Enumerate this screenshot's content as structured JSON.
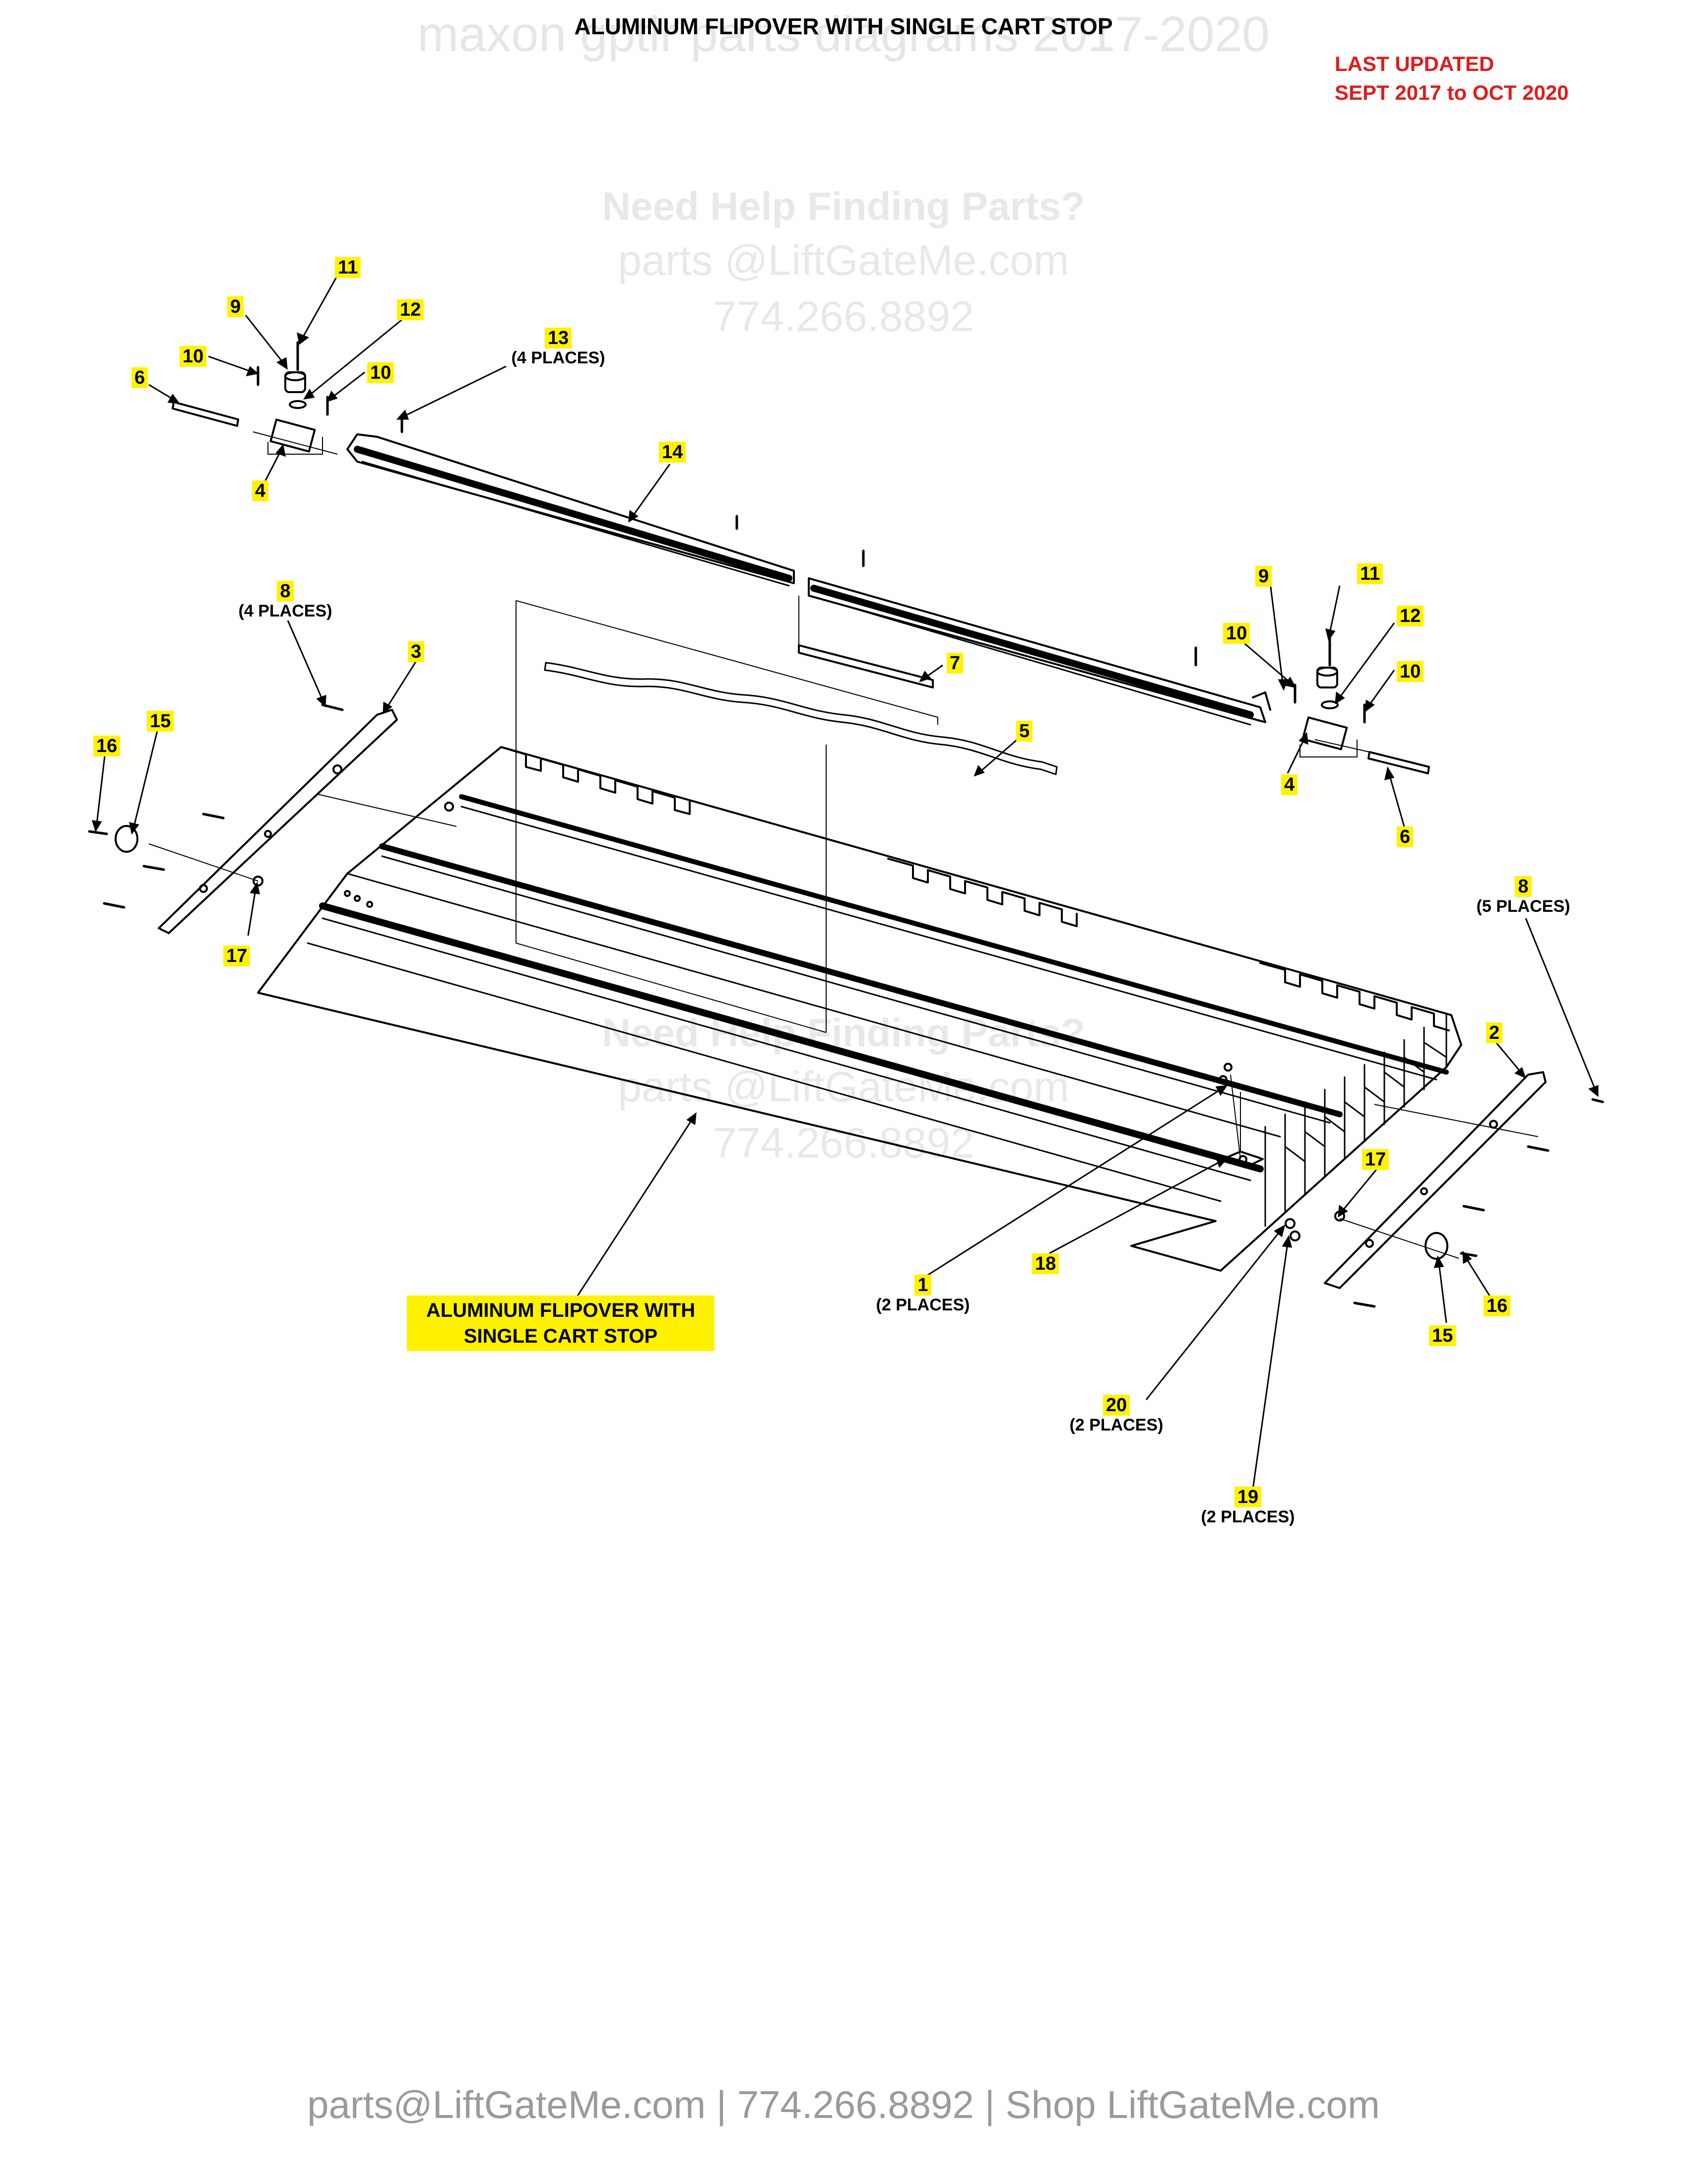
{
  "page": {
    "title": "ALUMINUM FLIPOVER WITH SINGLE CART STOP",
    "watermark_top": "maxon gptlr parts diagrams 2017-2020",
    "last_updated_line1": "LAST UPDATED",
    "last_updated_line2": "SEPT 2017 to OCT 2020",
    "footer": "parts@LiftGateMe.com | 774.266.8892 | Shop LiftGateMe.com"
  },
  "watermarks": [
    {
      "line1": "Need Help Finding Parts?",
      "line2": "parts @LiftGateMe.com",
      "line3": "774.266.8892"
    },
    {
      "line1": "Need Help Finding Parts?",
      "line2": "parts @LiftGateMe.com",
      "line3": "774.266.8892"
    }
  ],
  "main_label": {
    "line1": "ALUMINUM FLIPOVER WITH",
    "line2": "SINGLE CART STOP"
  },
  "callouts": {
    "c11a": {
      "number": "11"
    },
    "c9a": {
      "number": "9"
    },
    "c12a": {
      "number": "12"
    },
    "c10a": {
      "number": "10"
    },
    "c10b": {
      "number": "10"
    },
    "c6a": {
      "number": "6"
    },
    "c4a": {
      "number": "4"
    },
    "c13": {
      "number": "13",
      "note": "(4 PLACES)"
    },
    "c14": {
      "number": "14"
    },
    "c8a": {
      "number": "8",
      "note": "(4 PLACES)"
    },
    "c3": {
      "number": "3"
    },
    "c15a": {
      "number": "15"
    },
    "c16a": {
      "number": "16"
    },
    "c17a": {
      "number": "17"
    },
    "c7": {
      "number": "7"
    },
    "c5": {
      "number": "5"
    },
    "c9b": {
      "number": "9"
    },
    "c11b": {
      "number": "11"
    },
    "c12b": {
      "number": "12"
    },
    "c10c": {
      "number": "10"
    },
    "c10d": {
      "number": "10"
    },
    "c4b": {
      "number": "4"
    },
    "c6b": {
      "number": "6"
    },
    "c8b": {
      "number": "8",
      "note": "(5 PLACES)"
    },
    "c2": {
      "number": "2"
    },
    "c17b": {
      "number": "17"
    },
    "c16b": {
      "number": "16"
    },
    "c15b": {
      "number": "15"
    },
    "c18": {
      "number": "18"
    },
    "c1": {
      "number": "1",
      "note": "(2 PLACES)"
    },
    "c20": {
      "number": "20",
      "note": "(2 PLACES)"
    },
    "c19": {
      "number": "19",
      "note": "(2 PLACES)"
    }
  }
}
